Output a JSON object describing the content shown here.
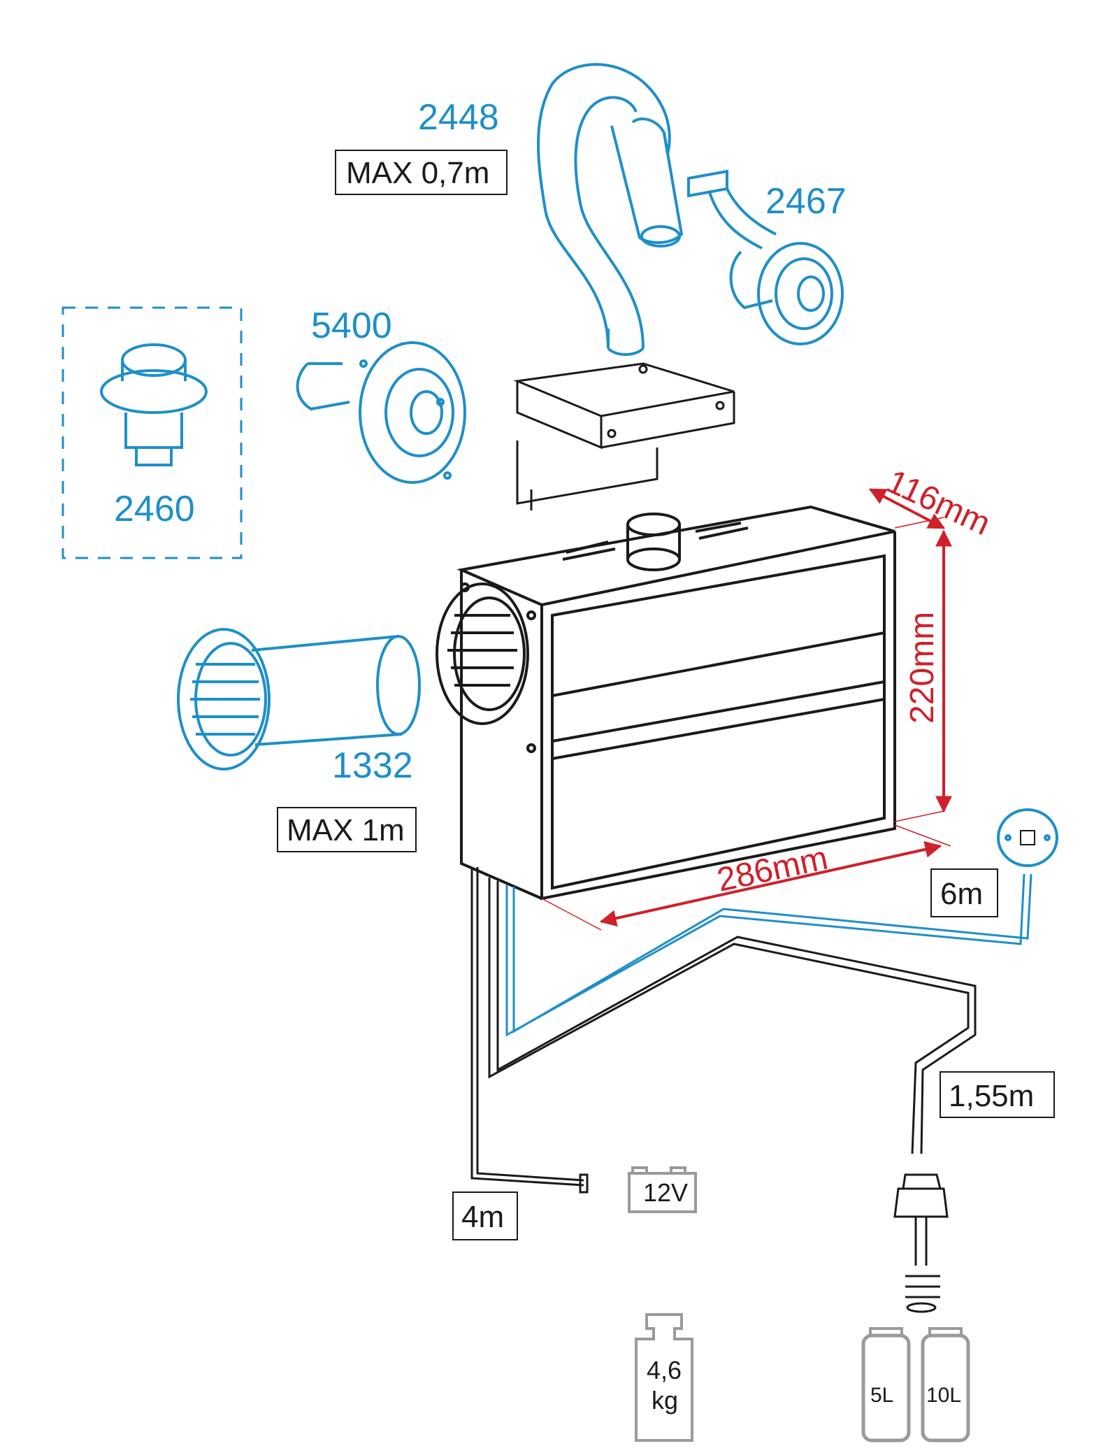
{
  "parts": {
    "p2448": "2448",
    "p2467": "2467",
    "p5400": "5400",
    "p2460": "2460",
    "p1332": "1332"
  },
  "limits": {
    "max_exhaust": "MAX 0,7m",
    "max_intake": "MAX 1m"
  },
  "dimensions": {
    "depth": "116mm",
    "height": "220mm",
    "width": "286mm"
  },
  "cables": {
    "control_cable": "6m",
    "fuel_line": "1,55m",
    "power_cable": "4m"
  },
  "power": {
    "voltage": "12V"
  },
  "weight": {
    "line1": "4,6",
    "line2": "kg"
  },
  "tanks": {
    "small": "5L",
    "large": "10L"
  },
  "colors": {
    "accent_blue": "#1e8fc8",
    "dimension_red": "#d0202a",
    "outline": "#1a1a1a",
    "icon_grey": "#9a9a9a"
  }
}
